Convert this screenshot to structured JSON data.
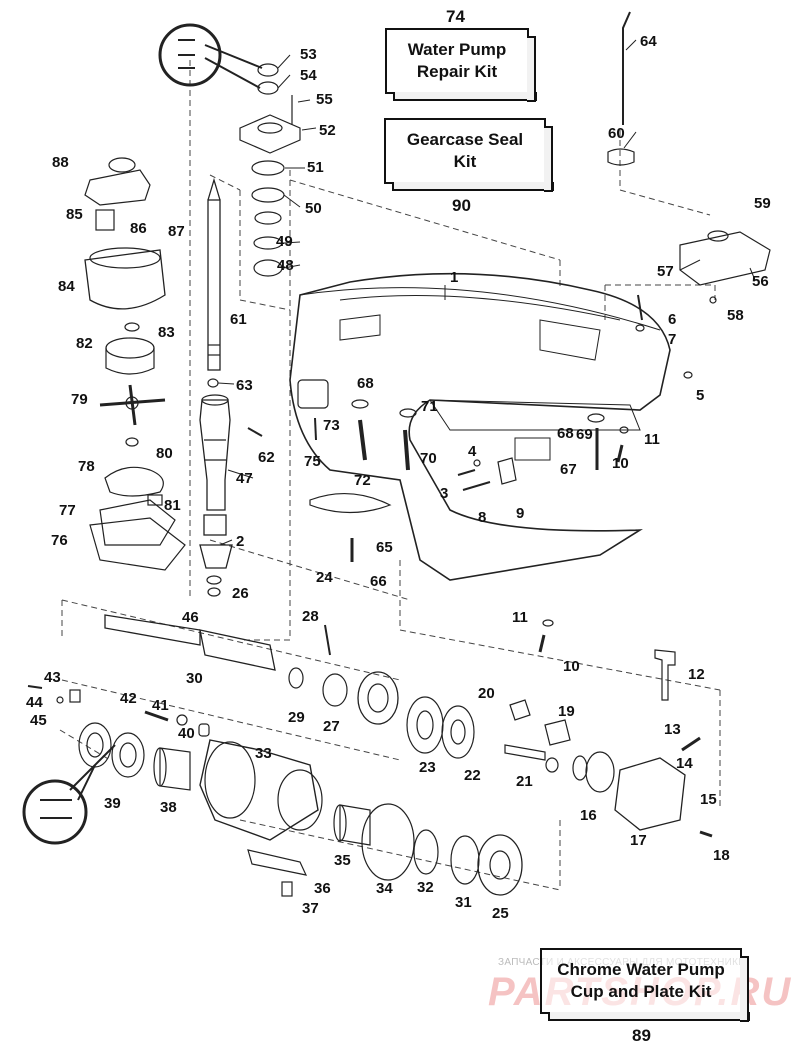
{
  "kits": {
    "water_pump": {
      "label_line1": "Water Pump",
      "label_line2": "Repair Kit",
      "number": "74"
    },
    "gearcase_seal": {
      "label_line1": "Gearcase Seal",
      "label_line2": "Kit",
      "number": "90"
    },
    "chrome_pump": {
      "label_line1": "Chrome Water Pump",
      "label_line2": "Cup and Plate Kit",
      "number": "89"
    }
  },
  "watermark": {
    "text": "ЗАПЧАСТИ И АКСЕССУАРЫ ДЛЯ МОТОТЕХНИКИ",
    "logo": "PARTSHOP.RU"
  },
  "callouts": [
    "1",
    "2",
    "3",
    "4",
    "5",
    "6",
    "7",
    "8",
    "9",
    "10",
    "10",
    "11",
    "11",
    "12",
    "13",
    "14",
    "15",
    "16",
    "17",
    "18",
    "19",
    "20",
    "21",
    "22",
    "23",
    "24",
    "25",
    "26",
    "27",
    "28",
    "29",
    "30",
    "31",
    "32",
    "33",
    "34",
    "35",
    "36",
    "37",
    "38",
    "39",
    "40",
    "41",
    "42",
    "43",
    "44",
    "45",
    "46",
    "47",
    "48",
    "49",
    "50",
    "51",
    "52",
    "53",
    "54",
    "55",
    "56",
    "57",
    "58",
    "59",
    "60",
    "61",
    "62",
    "63",
    "64",
    "65",
    "66",
    "67",
    "68",
    "68",
    "69",
    "70",
    "71",
    "72",
    "73",
    "75",
    "76",
    "77",
    "78",
    "79",
    "80",
    "81",
    "82",
    "83",
    "84",
    "85",
    "86",
    "87",
    "88"
  ]
}
